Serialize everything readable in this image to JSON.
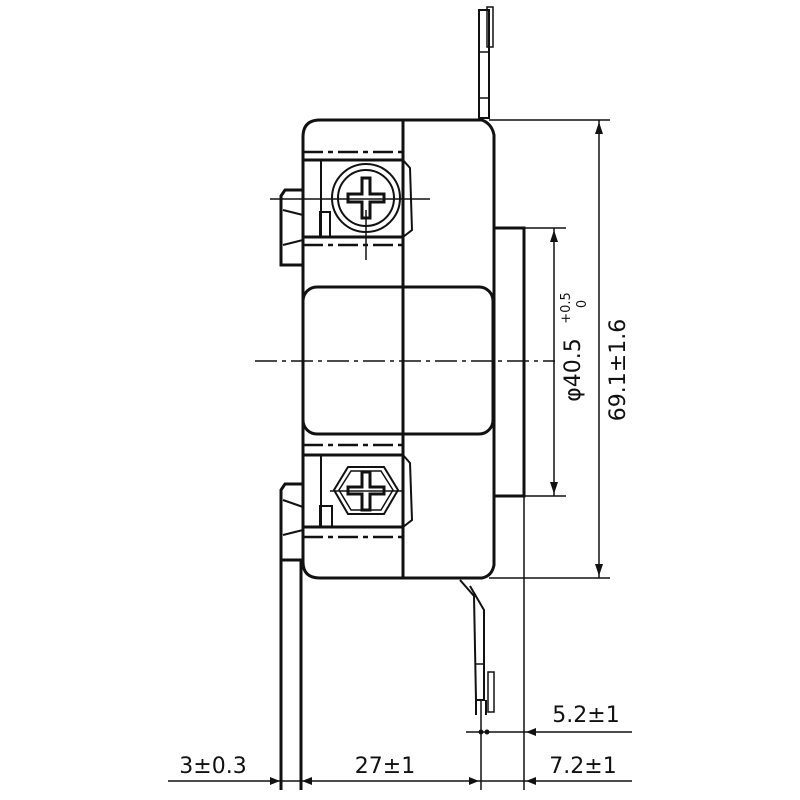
{
  "drawing": {
    "title": "Outlet side view dimension drawing",
    "view": "side elevation"
  },
  "dimensions": {
    "overall_height": {
      "label": "69.1±1.6",
      "value": 69.1,
      "tolerance": "±1.6",
      "unit": "mm"
    },
    "diameter": {
      "prefix": "φ",
      "label": "40.5",
      "value": 40.5,
      "tol_upper": "+0.5",
      "tol_lower": "0",
      "unit": "mm"
    },
    "plate_thickness": {
      "label": "3±0.3",
      "value": 3,
      "tolerance": "±0.3",
      "unit": "mm"
    },
    "body_depth": {
      "label": "27±1",
      "value": 27,
      "tolerance": "±1",
      "unit": "mm"
    },
    "tab_offset": {
      "label": "5.2±1",
      "value": 5.2,
      "tolerance": "±1",
      "unit": "mm"
    },
    "face_projection": {
      "label": "7.2±1",
      "value": 7.2,
      "tolerance": "±1",
      "unit": "mm"
    }
  },
  "components": {
    "terminal_screw_top": "phillips-screw-round",
    "terminal_screw_bottom": "phillips-screw-hex",
    "mounting_strap_top": "mounting-tab",
    "mounting_strap_bottom": "mounting-tab"
  },
  "colors": {
    "line": "#111111",
    "background": "#ffffff"
  }
}
